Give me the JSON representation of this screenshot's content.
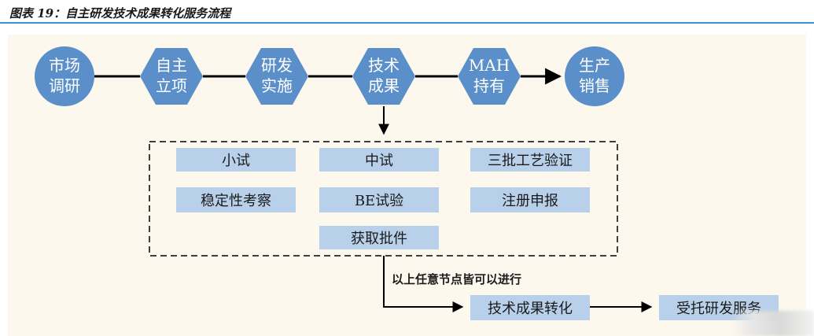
{
  "header": {
    "title": "图表 19：自主研发技术成果转化服务流程"
  },
  "colors": {
    "node_fill": "#5b8fc9",
    "box_fill": "#b8d0ea",
    "accent_line": "#3d8fd6",
    "panel_bg": "#fdf8ee"
  },
  "flow": {
    "nodes": [
      {
        "line1": "市场",
        "line2": "调研",
        "shape": "circle"
      },
      {
        "line1": "自主",
        "line2": "立项",
        "shape": "hexagon"
      },
      {
        "line1": "研发",
        "line2": "实施",
        "shape": "hexagon"
      },
      {
        "line1": "技术",
        "line2": "成果",
        "shape": "hexagon"
      },
      {
        "line1": "MAH",
        "line2": "持有",
        "shape": "hexagon"
      },
      {
        "line1": "生产",
        "line2": "销售",
        "shape": "circle"
      }
    ]
  },
  "stages": {
    "row1": [
      "小试",
      "中试",
      "三批工艺验证"
    ],
    "row2": [
      "稳定性考察",
      "BE试验",
      "注册申报"
    ],
    "row3": [
      "获取批件"
    ]
  },
  "note": "以上任意节点皆可以进行",
  "outcomes": [
    "技术成果转化",
    "受托研发服务"
  ]
}
